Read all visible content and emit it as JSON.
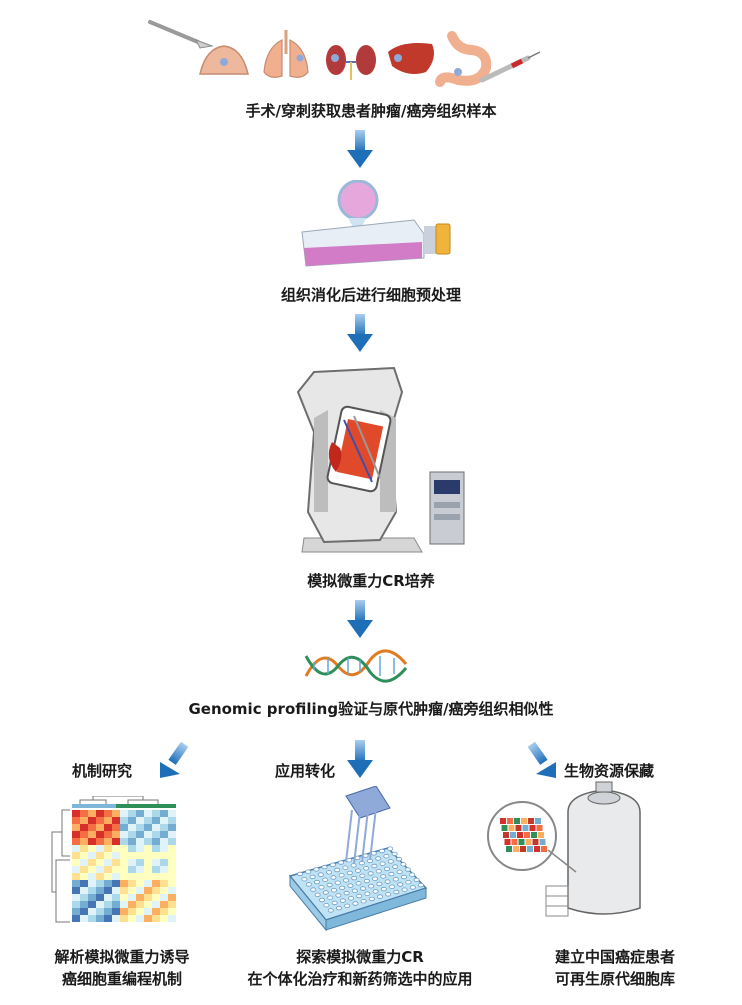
{
  "steps": {
    "step1": "手术/穿刺获取患者肿瘤/癌旁组织样本",
    "step2": "组织消化后进行细胞预处理",
    "step3": "模拟微重力CR培养",
    "step4": "Genomic profiling验证与原代肿瘤/癌旁组织相似性"
  },
  "branches": [
    {
      "title": "机制研究",
      "desc1": "解析模拟微重力诱导",
      "desc2": "癌细胞重编程机制"
    },
    {
      "title": "应用转化",
      "desc1": "探索模拟微重力CR",
      "desc2": "在个体化治疗和新药筛选中的应用"
    },
    {
      "title": "生物资源保藏",
      "desc1": "建立中国癌症患者",
      "desc2": "可再生原代细胞库"
    }
  ],
  "colors": {
    "arrow_blue": "#1f6fb8",
    "flask_pink": "#d27bc7",
    "organ_skin": "#e9a98f",
    "organ_red": "#c0392b",
    "dna_orange": "#e07b22",
    "dna_green": "#2f8f5b"
  }
}
